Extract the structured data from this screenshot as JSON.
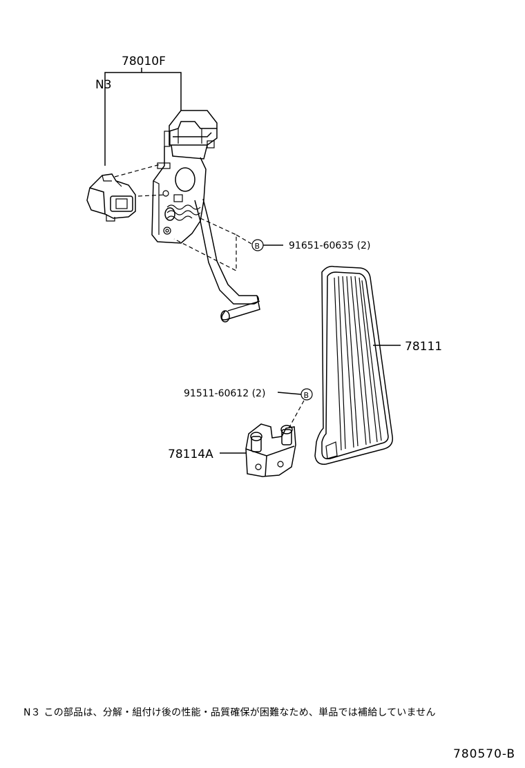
{
  "labels": {
    "assembly": "78010F",
    "note_ref": "N3",
    "bolt_top": "91651-60635 (2)",
    "pedal_pad": "78111",
    "bolt_bottom": "91511-60612 (2)",
    "bracket": "78114A",
    "callout_letter": "B"
  },
  "note_text": "N３ この部品は、分解・組付け後の性能・品質確保が困難なため、単品では補給していません",
  "diagram_code": "780570-B"
}
